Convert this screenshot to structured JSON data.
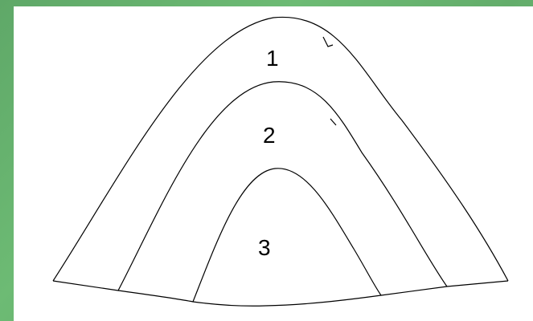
{
  "diagram": {
    "labels": {
      "region_1": "1",
      "region_2": "2",
      "region_3": "3"
    },
    "colors": {
      "background": "#66b06e",
      "panel": "#ffffff",
      "stroke": "#000000"
    }
  }
}
